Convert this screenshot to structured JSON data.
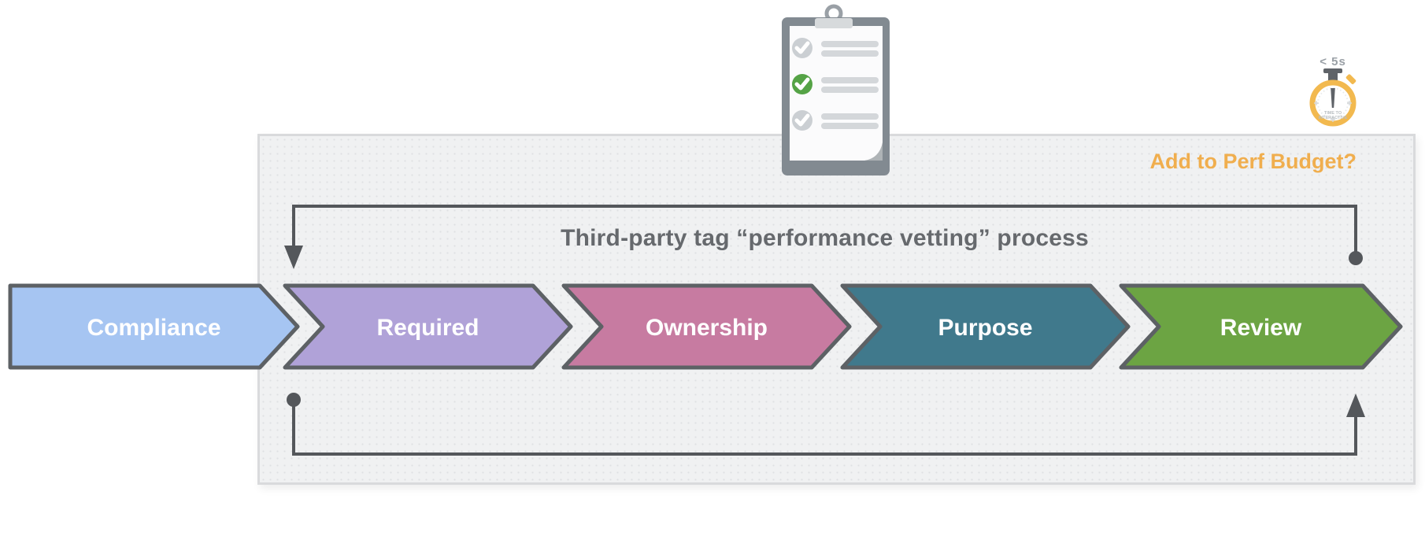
{
  "title": "Third-party tag “performance vetting” process",
  "perf_budget": {
    "label": "Add to Perf Budget?",
    "color": "#f0ae4e"
  },
  "stopwatch": {
    "time_label": "< 5s",
    "face_line1": "TIME TO",
    "face_line2": "INTERACTIVE",
    "ring_color": "#f2b94f",
    "hardware_color": "#5f6368"
  },
  "clipboard": {
    "board_color": "#828a91",
    "paper_color": "#fbfbfc",
    "clip_color": "#d7dadc",
    "bar_color": "#d4d7da",
    "check_rows": [
      {
        "state": "checked",
        "circle_color": "#cbcfd3"
      },
      {
        "state": "checked",
        "circle_color": "#55a346"
      },
      {
        "state": "checked",
        "circle_color": "#cbcfd3"
      }
    ]
  },
  "process": {
    "chevrons": [
      {
        "label": "Compliance",
        "color": "#a6c5f2"
      },
      {
        "label": "Required",
        "color": "#b0a2d8"
      },
      {
        "label": "Ownership",
        "color": "#c77ba1"
      },
      {
        "label": "Purpose",
        "color": "#40798c"
      },
      {
        "label": "Review",
        "color": "#6ca443"
      }
    ],
    "border_color": "#5d6165",
    "label_text_color": "#ffffff"
  },
  "loops": {
    "line_color": "#54575b"
  },
  "panel": {
    "bg": "#f0f1f2",
    "border": "#d9dadc"
  }
}
